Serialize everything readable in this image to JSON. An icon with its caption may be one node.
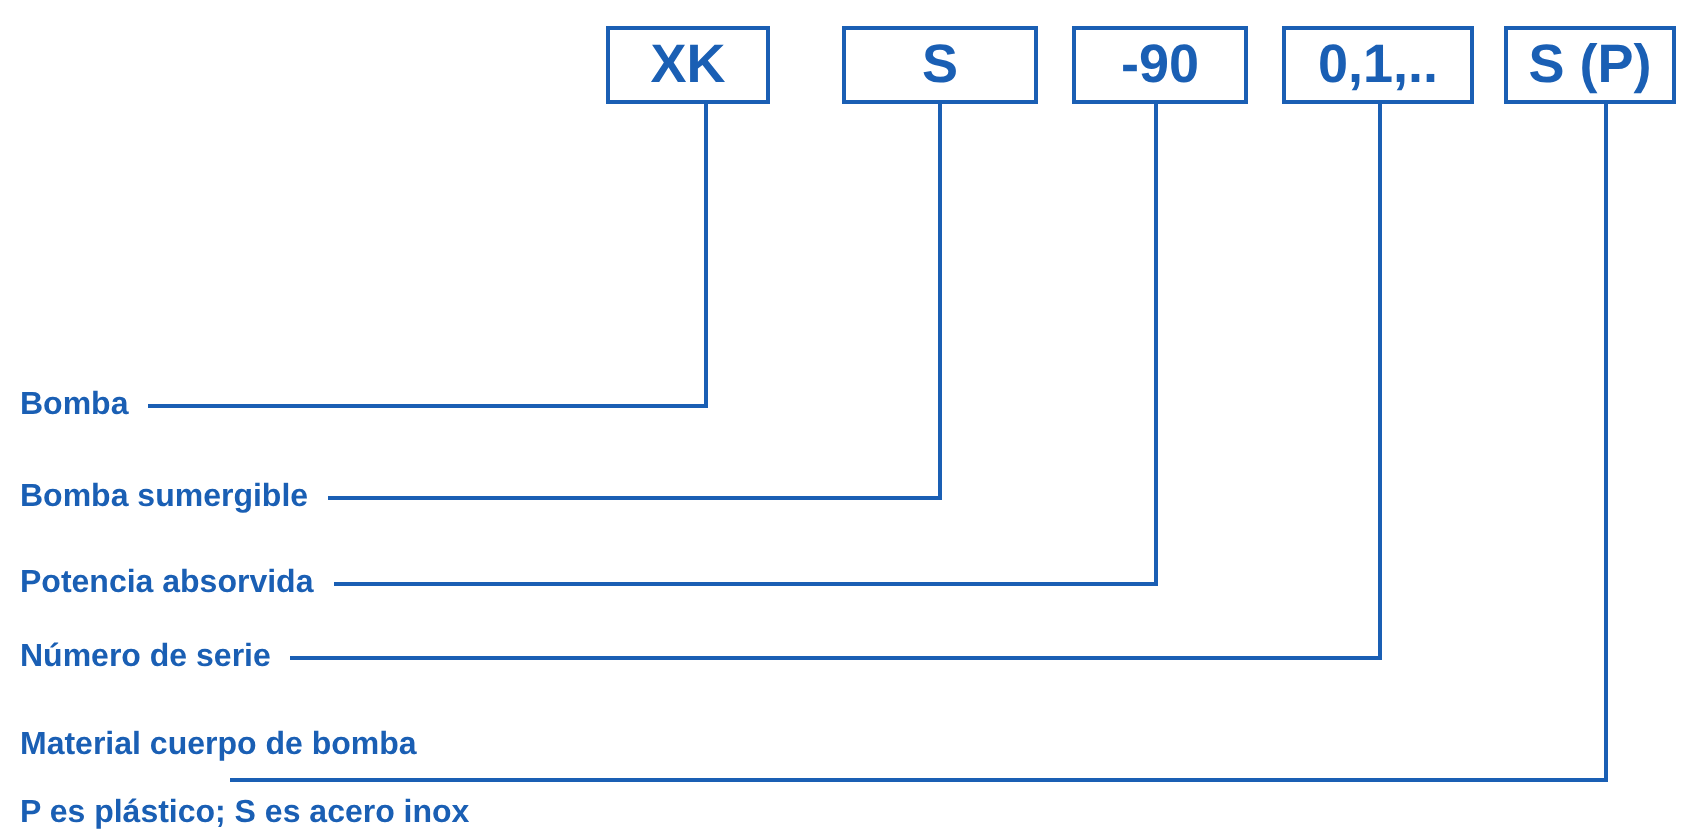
{
  "diagram": {
    "nodes": [
      {
        "text": [
          "XK"
        ]
      },
      {
        "text": [
          "S"
        ]
      },
      {
        "text": [
          "-90"
        ]
      },
      {
        "text": [
          "0,1,.."
        ]
      },
      {
        "text": [
          "S (P)"
        ]
      },
      {
        "text": [
          "Bomba"
        ]
      },
      {
        "text": [
          "Bomba sumergible"
        ]
      },
      {
        "text": [
          "Potencia absorvida"
        ]
      },
      {
        "text": [
          "Número de serie"
        ]
      },
      {
        "text": [
          "Material cuerpo de bomba",
          "P es plástico; S es acero inox"
        ]
      }
    ],
    "edges": [
      {
        "from": 5,
        "to": 0,
        "arrow": "none"
      },
      {
        "from": 6,
        "to": 1,
        "arrow": "none"
      },
      {
        "from": 7,
        "to": 2,
        "arrow": "none"
      },
      {
        "from": 8,
        "to": 3,
        "arrow": "none"
      },
      {
        "from": 9,
        "to": 4,
        "arrow": "none"
      }
    ]
  }
}
